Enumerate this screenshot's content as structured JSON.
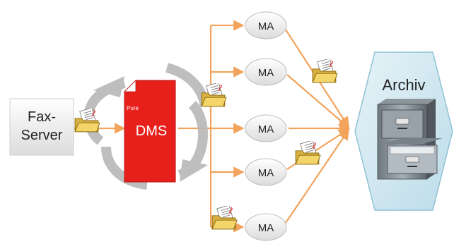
{
  "nodes": {
    "fax_server": {
      "label_line1": "Fax-",
      "label_line2": "Server"
    },
    "dms": {
      "label": "DMS",
      "tag": "Pure"
    },
    "employees": [
      {
        "label": "MA"
      },
      {
        "label": "MA"
      },
      {
        "label": "MA"
      },
      {
        "label": "MA"
      },
      {
        "label": "MA"
      }
    ],
    "archive": {
      "label": "Archiv"
    }
  },
  "icons": {
    "cycle": "circular-arrows-icon",
    "document_folder": "folder-with-fax-document-icon",
    "filing_cabinet": "filing-cabinet-icon"
  },
  "colors": {
    "flow_arrow": "#f2a35c",
    "dms_red": "#e8201c",
    "archive_fill": "#cde6f0",
    "archive_stroke": "#8fc2d6",
    "node_fill": "#eeeeee",
    "cycle_gray": "#b8b8b8",
    "folder_yellow": "#e7c45a"
  }
}
